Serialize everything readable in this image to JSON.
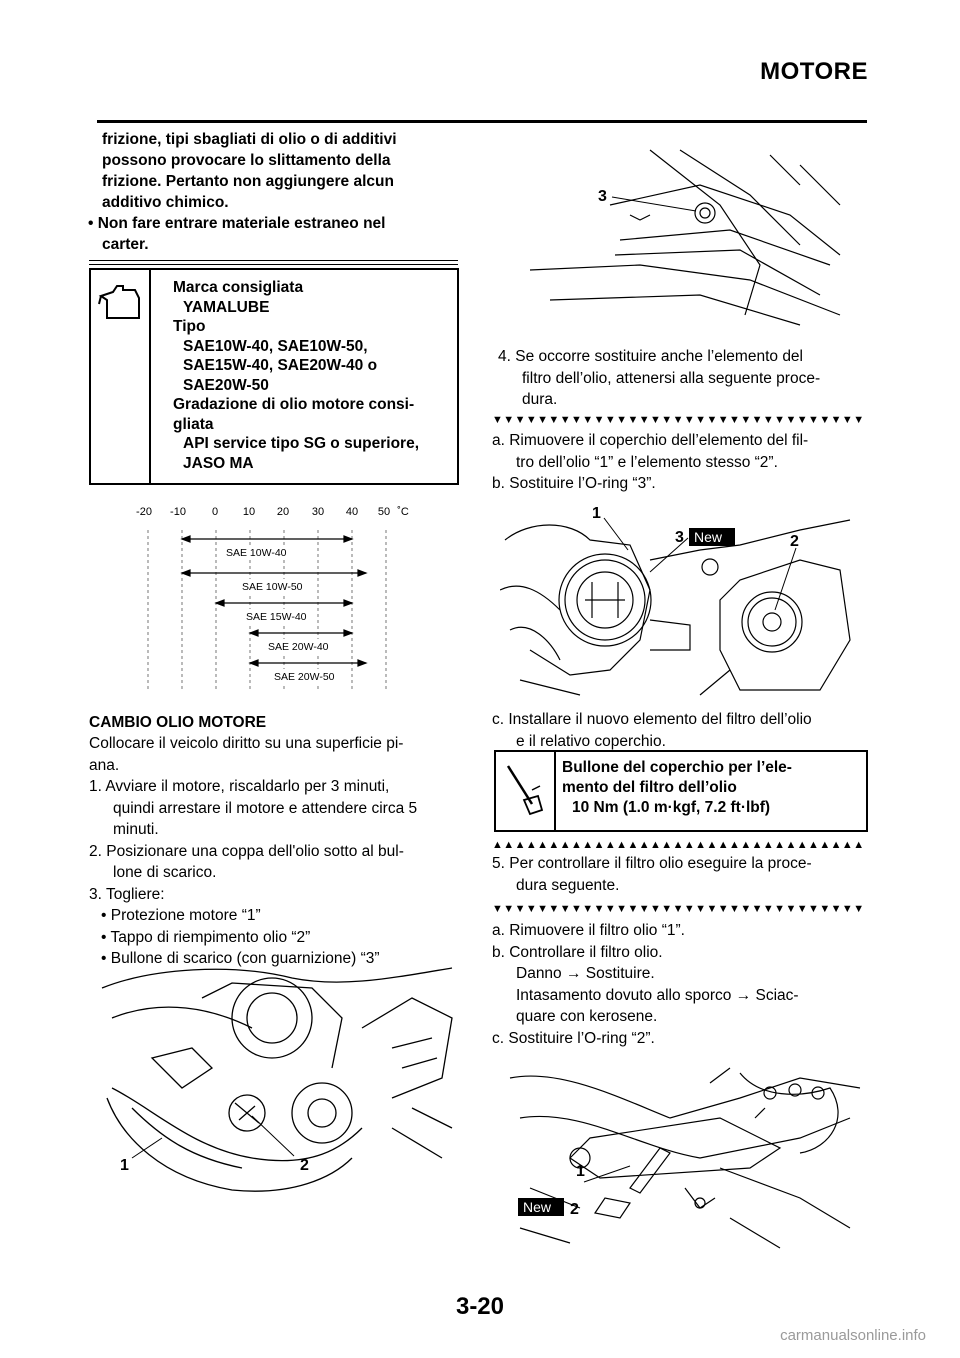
{
  "header": {
    "title": "MOTORE"
  },
  "left": {
    "warning_lines": [
      "frizione, tipi sbagliati di olio o di additivi",
      "possono provocare lo slittamento della",
      "frizione. Pertanto non aggiungere alcun",
      "additivo chimico.",
      "• Non fare entrare materiale estraneo nel",
      "carter."
    ],
    "oil_spec": [
      "Marca consigliata",
      "YAMALUBE",
      "Tipo",
      "SAE10W-40, SAE10W-50,",
      "SAE15W-40, SAE20W-40 o",
      "SAE20W-50",
      "Gradazione di olio motore consi-",
      "gliata",
      "API service tipo SG o superiore,",
      "JASO MA"
    ],
    "viscosity_chart": {
      "temps": [
        "-20",
        "-10",
        "0",
        "10",
        "20",
        "30",
        "40",
        "50",
        "˚C"
      ],
      "grades": [
        "SAE 10W-40",
        "SAE 10W-50",
        "SAE 15W-40",
        "SAE 20W-40",
        "SAE 20W-50"
      ]
    },
    "section_title": "CAMBIO OLIO MOTORE",
    "body_lines": [
      "Collocare il veicolo diritto su una superficie pi-",
      "ana.",
      "1.  Avviare il motore, riscaldarlo per 3 minuti,",
      "quindi arrestare il motore e attendere circa 5",
      "minuti.",
      "2.  Posizionare una coppa dell'olio sotto al bul-",
      "lone di scarico.",
      "3.  Togliere:",
      "• Protezione motore “1”",
      "• Tappo di riempimento olio “2”",
      "• Bullone di scarico (con guarnizione) “3”"
    ],
    "fig_labels": [
      "1",
      "2"
    ]
  },
  "right": {
    "fig1_labels": [
      "3"
    ],
    "step4_lines": [
      "4.  Se occorre sostituire anche l’elemento del",
      "filtro dell’olio, attenersi alla seguente proce-",
      "dura."
    ],
    "tri_down": "▼▼▼▼▼▼▼▼▼▼▼▼▼▼▼▼▼▼▼▼▼▼▼▼▼▼▼▼▼▼▼▼▼▼▼",
    "tri_up": "▲▲▲▲▲▲▲▲▲▲▲▲▲▲▲▲▲▲▲▲▲▲▲▲▲▲▲▲▲▲▲▲▲▲▲",
    "sub_a_lines": [
      "a.  Rimuovere il coperchio dell’elemento del fil-",
      "tro dell’olio “1” e l’elemento stesso “2”.",
      "b.  Sostituire l’O-ring “3”."
    ],
    "fig2_labels": [
      "1",
      "3",
      "New",
      "2"
    ],
    "sub_c_lines": [
      "c.  Installare il nuovo elemento del filtro dell’olio",
      "e il relativo coperchio."
    ],
    "torque_spec": [
      "Bullone del coperchio per l’ele-",
      "mento del filtro dell’olio",
      "10 Nm (1.0 m·kgf, 7.2 ft·lbf)"
    ],
    "step5_lines": [
      "5.  Per controllare il filtro olio eseguire la proce-",
      "dura seguente."
    ],
    "sub5_lines": [
      "a.  Rimuovere il filtro olio “1”.",
      "b.  Controllare il filtro olio.",
      "Danno → Sostituire.",
      "Intasamento dovuto allo sporco → Sciac-",
      "quare con kerosene.",
      "c.  Sostituire l’O-ring “2”."
    ],
    "fig3_labels": [
      "1",
      "New",
      "2"
    ]
  },
  "footer": {
    "page_number": "3-20",
    "watermark": "carmanualsonline.info"
  }
}
